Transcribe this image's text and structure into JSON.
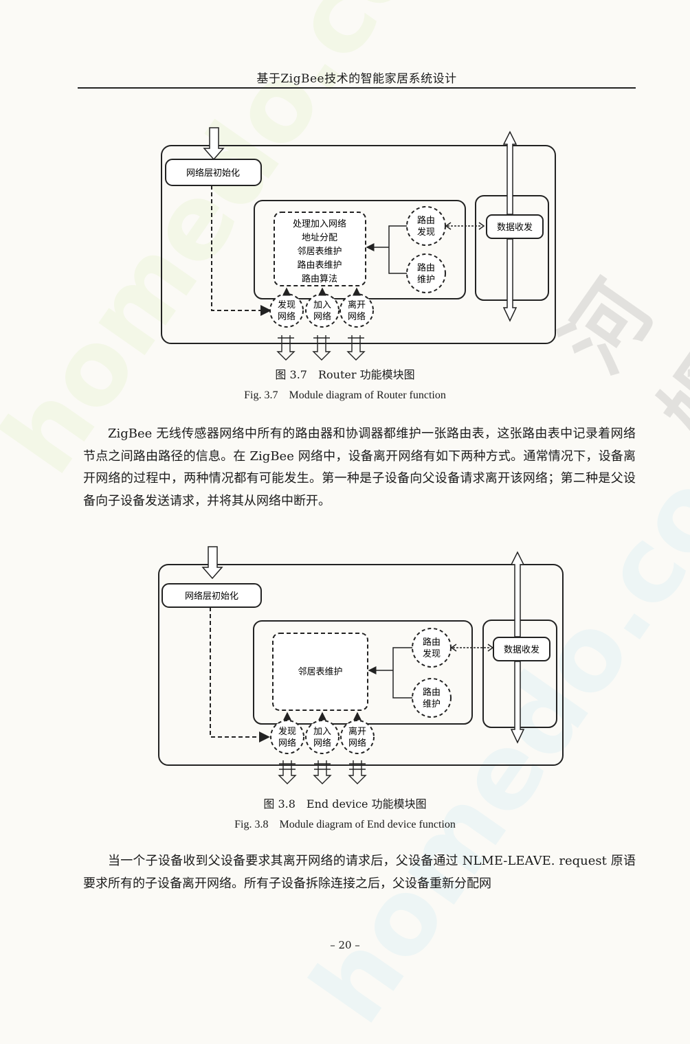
{
  "header": {
    "title": "基于ZigBee技术的智能家居系统设计"
  },
  "figure37": {
    "init": "网络层初始化",
    "tasks": [
      "处理加入网络",
      "地址分配",
      "邻居表维护",
      "路由表维护",
      "路由算法"
    ],
    "route_discovery": [
      "路由",
      "发现"
    ],
    "route_maintenance": [
      "路由",
      "维护"
    ],
    "data_txrx": "数据收发",
    "discover": [
      "发现",
      "网络"
    ],
    "join": [
      "加入",
      "网络"
    ],
    "leave": [
      "离开",
      "网络"
    ],
    "caption_cn": "图 3.7　Router 功能模块图",
    "caption_en": "Fig. 3.7　Module diagram of Router function"
  },
  "paragraph1": "ZigBee 无线传感器网络中所有的路由器和协调器都维护一张路由表，这张路由表中记录着网络节点之间路由路径的信息。在 ZigBee 网络中，设备离开网络有如下两种方式。通常情况下，设备离开网络的过程中，两种情况都有可能发生。第一种是子设备向父设备请求离开该网络；第二种是父设备向子设备发送请求，并将其从网络中断开。",
  "figure38": {
    "init": "网络层初始化",
    "task": "邻居表维护",
    "route_discovery": [
      "路由",
      "发现"
    ],
    "route_maintenance": [
      "路由",
      "维护"
    ],
    "data_txrx": "数据收发",
    "discover": [
      "发现",
      "网络"
    ],
    "join": [
      "加入",
      "网络"
    ],
    "leave": [
      "离开",
      "网络"
    ],
    "caption_cn": "图 3.8　End device 功能模块图",
    "caption_en": "Fig. 3.8　Module diagram of End device function"
  },
  "paragraph2": "当一个子设备收到父设备要求其离开网络的请求后，父设备通过 NLME-LEAVE. request 原语要求所有的子设备离开网络。所有子设备拆除连接之后，父设备重新分配网",
  "page_number": "– 20 –",
  "watermark": {
    "text_latin": "homedo.com",
    "text_cn": "河姆渡"
  }
}
